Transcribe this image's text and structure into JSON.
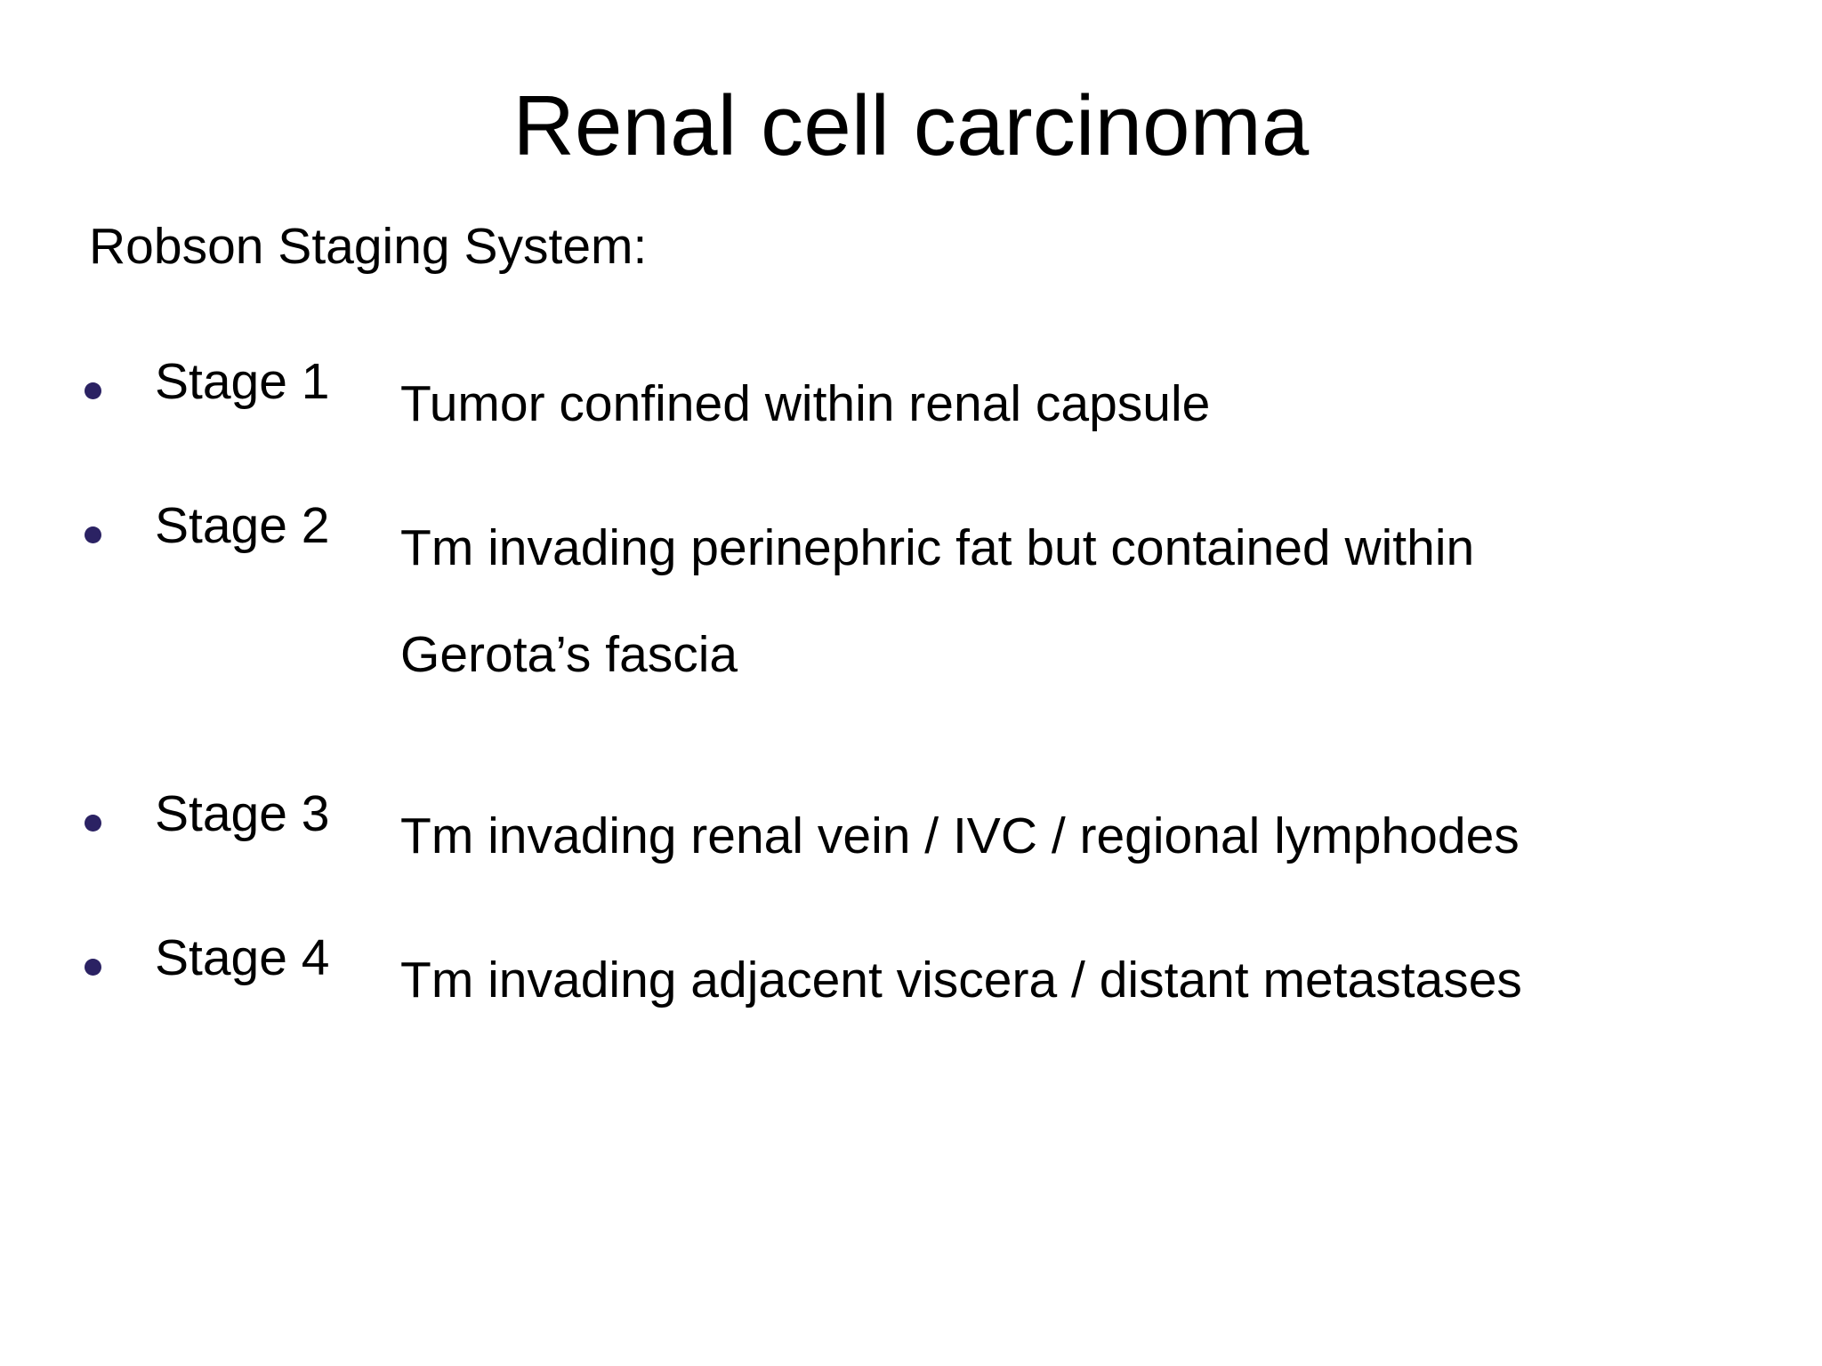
{
  "slide": {
    "title": "Renal cell carcinoma",
    "intro": "Robson Staging System:",
    "background_color": "#FFFFFF",
    "text_color": "#000000",
    "bullet_color": "#2B2263",
    "bullets": [
      {
        "stage": "Stage 1",
        "desc_line1": "Tumor confined within renal capsule",
        "desc_line2": ""
      },
      {
        "stage": "Stage 2",
        "desc_line1": "Tm invading perinephric fat but contained within",
        "desc_line2": "Gerota’s fascia"
      },
      {
        "stage": "Stage 3",
        "desc_line1": "Tm invading renal vein / IVC / regional lymphodes",
        "desc_line2": ""
      },
      {
        "stage": "Stage 4",
        "desc_line1": "Tm invading adjacent viscera / distant metastases",
        "desc_line2": ""
      }
    ]
  }
}
